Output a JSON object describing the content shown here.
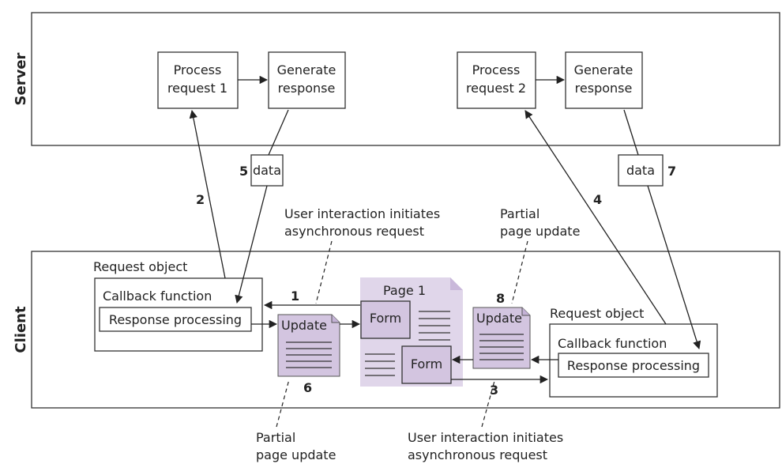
{
  "server": {
    "label": "Server",
    "process1": [
      "Process",
      "request 1"
    ],
    "generate1": [
      "Generate",
      "response"
    ],
    "process2": [
      "Process",
      "request 2"
    ],
    "generate2": [
      "Generate",
      "response"
    ]
  },
  "client": {
    "label": "Client",
    "left_request_object": "Request object",
    "left_callback": "Callback function",
    "left_response_processing": "Response processing",
    "right_request_object": "Request object",
    "right_callback": "Callback function",
    "right_response_processing": "Response processing",
    "update_left": "Update",
    "update_right": "Update",
    "page_title": "Page 1",
    "form_top": "Form",
    "form_bottom": "Form"
  },
  "data_boxes": {
    "left": "data",
    "right": "data"
  },
  "steps": {
    "s1": "1",
    "s2": "2",
    "s3": "3",
    "s4": "4",
    "s5": "5",
    "s6": "6",
    "s7": "7",
    "s8": "8"
  },
  "annotations": {
    "top_left": [
      "User interaction initiates",
      "asynchronous request"
    ],
    "top_right": [
      "Partial",
      "page update"
    ],
    "bottom_left": [
      "Partial",
      "page update"
    ],
    "bottom_right": [
      "User interaction initiates",
      "asynchronous request"
    ]
  }
}
